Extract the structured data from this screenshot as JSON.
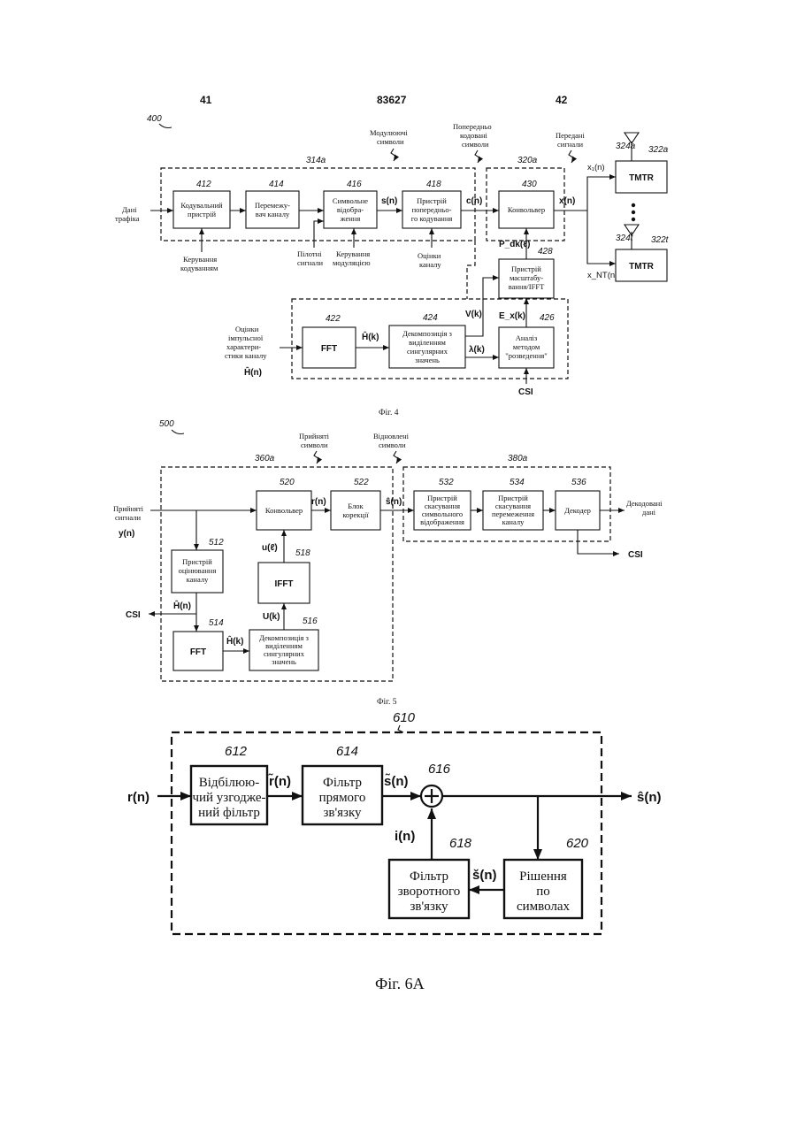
{
  "header": {
    "left_page": "41",
    "patent_no": "83627",
    "right_page": "42"
  },
  "fig4": {
    "ref": "400",
    "caption": "Фіг. 4",
    "group_314": "314a",
    "group_320": "320a",
    "labels": {
      "mod_symbols": [
        "Модулюючі",
        "символи"
      ],
      "precoded_symbols": [
        "Попередньо",
        "кодовані",
        "символи"
      ],
      "tx_signals": [
        "Передані",
        "сигнали"
      ],
      "traffic_data": [
        "Дані",
        "трафіка"
      ],
      "coding_control": [
        "Керування",
        "кодуванням"
      ],
      "pilot_signals": [
        "Пілотні",
        "сигнали"
      ],
      "modulation_control": [
        "Керування",
        "модуляцією"
      ],
      "channel_estimates": [
        "Оцінки",
        "каналу"
      ],
      "impulse_response": [
        "Оцінки",
        "імпульсної",
        "характери-",
        "стики каналу"
      ],
      "impulse_sym": "Ĥ(n)",
      "csi": "CSI"
    },
    "blocks": {
      "b412": {
        "ref": "412",
        "lines": [
          "Кодувальний",
          "пристрій"
        ]
      },
      "b414": {
        "ref": "414",
        "lines": [
          "Перемежу-",
          "вач каналу"
        ]
      },
      "b416": {
        "ref": "416",
        "lines": [
          "Символьне",
          "відобра-",
          "ження"
        ]
      },
      "b418": {
        "ref": "418",
        "lines": [
          "Пристрій",
          "попередньо-",
          "го кодування"
        ]
      },
      "b430": {
        "ref": "430",
        "lines": [
          "Конвольвер"
        ]
      },
      "b428": {
        "ref": "428",
        "lines": [
          "Пристрій",
          "масштабу-",
          "вання/IFFT"
        ]
      },
      "b422": {
        "ref": "422",
        "lines": [
          "FFT"
        ]
      },
      "b424": {
        "ref": "424",
        "lines": [
          "Декомпозиція з",
          "виділенням",
          "сингулярних",
          "значень"
        ]
      },
      "b426": {
        "ref": "426",
        "lines": [
          "Аналіз",
          "методом",
          "\"розведення\""
        ]
      },
      "tmtr_a": {
        "ref": "322a",
        "ant": "324a",
        "label": "TMTR"
      },
      "tmtr_t": {
        "ref": "322t",
        "ant": "324t",
        "label": "TMTR"
      }
    },
    "signals": {
      "s_n": "s(n)",
      "c_n": "c(n)",
      "x_n": "x(n)",
      "x1_n": "x₁(n)",
      "xnt_n": "x_NT(n)",
      "pdk": "P_dk(ℓ)",
      "v_k": "V(k)",
      "ex_k": "E_x(k)",
      "h_k": "Ĥ(k)",
      "lambda_k": "λ(k)"
    }
  },
  "fig5": {
    "ref": "500",
    "caption": "Фіг. 5",
    "group_360": "360a",
    "group_380": "380a",
    "labels": {
      "rx_symbols": [
        "Прийняті",
        "символи"
      ],
      "recovered_symbols": [
        "Відновлені",
        "символи"
      ],
      "rx_signals": [
        "Прийняті",
        "сигнали"
      ],
      "y_n": "y(n)",
      "decoded_data": [
        "Декодовані",
        "дані"
      ],
      "csi_out": "CSI",
      "csi_left": "CSI"
    },
    "blocks": {
      "b520": {
        "ref": "520",
        "lines": [
          "Конвольвер"
        ]
      },
      "b522": {
        "ref": "522",
        "lines": [
          "Блок",
          "корекції"
        ]
      },
      "b512": {
        "ref": "512",
        "lines": [
          "Пристрій",
          "оцінювання",
          "каналу"
        ]
      },
      "b518": {
        "ref": "518",
        "lines": [
          "IFFT"
        ]
      },
      "b514": {
        "ref": "514",
        "lines": [
          "FFT"
        ]
      },
      "b516": {
        "ref": "516",
        "lines": [
          "Декомпозиція з",
          "виділенням",
          "сингулярних",
          "значень"
        ]
      },
      "b532": {
        "ref": "532",
        "lines": [
          "Пристрій",
          "скасування",
          "символьного",
          "відображення"
        ]
      },
      "b534": {
        "ref": "534",
        "lines": [
          "Пристрій",
          "скасування",
          "перемеження",
          "каналу"
        ]
      },
      "b536": {
        "ref": "536",
        "lines": [
          "Декодер"
        ]
      }
    },
    "signals": {
      "r_n": "r(n)",
      "s_hat_n": "ŝ(n)",
      "u_l": "u(ℓ)",
      "u_k": "U(k)",
      "h_hat_n": "Ĥ(n)",
      "h_k": "Ĥ(k)"
    }
  },
  "fig6a": {
    "ref": "610",
    "caption": "Фіг. 6А",
    "blocks": {
      "b612": {
        "ref": "612",
        "lines": [
          "Відбілюю-",
          "чий узгодже-",
          "ний фільтр"
        ]
      },
      "b614": {
        "ref": "614",
        "lines": [
          "Фільтр",
          "прямого",
          "зв'язку"
        ]
      },
      "b616": {
        "ref": "616"
      },
      "b618": {
        "ref": "618",
        "lines": [
          "Фільтр",
          "зворотного",
          "зв'язку"
        ]
      },
      "b620": {
        "ref": "620",
        "lines": [
          "Рішення",
          "по",
          "символах"
        ]
      }
    },
    "signals": {
      "r_in": "r(n)",
      "r_tilde": "r̃(n)",
      "s_tilde": "s̃(n)",
      "i_n": "i(n)",
      "s_check": "š(n)",
      "s_out": "ŝ(n)"
    }
  }
}
